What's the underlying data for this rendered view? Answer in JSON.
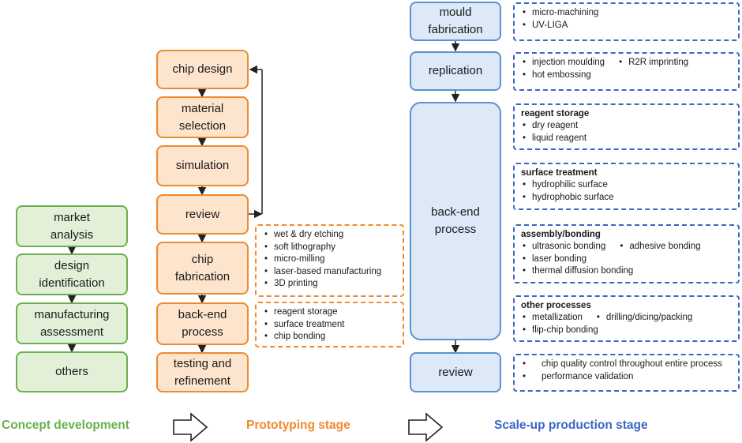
{
  "concept": {
    "label": "Concept development",
    "color": "#6ab04c",
    "steps": [
      "market\nanalysis",
      "design\nidentification",
      "manufacturing\nassessment",
      "others"
    ]
  },
  "prototyping": {
    "label": "Prototyping stage",
    "color": "#f08a2e",
    "steps": [
      "chip design",
      "material\nselection",
      "simulation",
      "review",
      "chip\nfabrication",
      "back-end\nprocess",
      "testing and\nrefinement"
    ],
    "fabrication_methods": [
      "wet & dry etching",
      "soft lithography",
      "micro-milling",
      "laser-based manufacturing",
      "3D printing"
    ],
    "backend_items": [
      "reagent storage",
      "surface treatment",
      "chip bonding"
    ]
  },
  "scaleup": {
    "label": "Scale-up production stage",
    "color": "#3a66c4",
    "steps": [
      "mould\nfabrication",
      "replication",
      "back-end\nprocess",
      "review"
    ],
    "mould_items": [
      "micro-machining",
      "UV-LIGA"
    ],
    "replication_items": [
      "injection moulding",
      "R2R imprinting",
      "hot embossing"
    ],
    "backend_groups": [
      {
        "heading": "reagent storage",
        "items": [
          "dry reagent",
          "liquid reagent"
        ]
      },
      {
        "heading": "surface treatment",
        "items": [
          "hydrophilic surface",
          "hydrophobic surface"
        ]
      },
      {
        "heading": "assembly/bonding",
        "items": [
          "ultrasonic bonding",
          "adhesive bonding",
          "laser bonding",
          "thermal diffusion bonding"
        ]
      },
      {
        "heading": "other processes",
        "items": [
          "metallization",
          "drilling/dicing/packing",
          "flip-chip bonding"
        ]
      }
    ],
    "review_items": [
      "chip quality control throughout entire process",
      "performance validation"
    ]
  }
}
